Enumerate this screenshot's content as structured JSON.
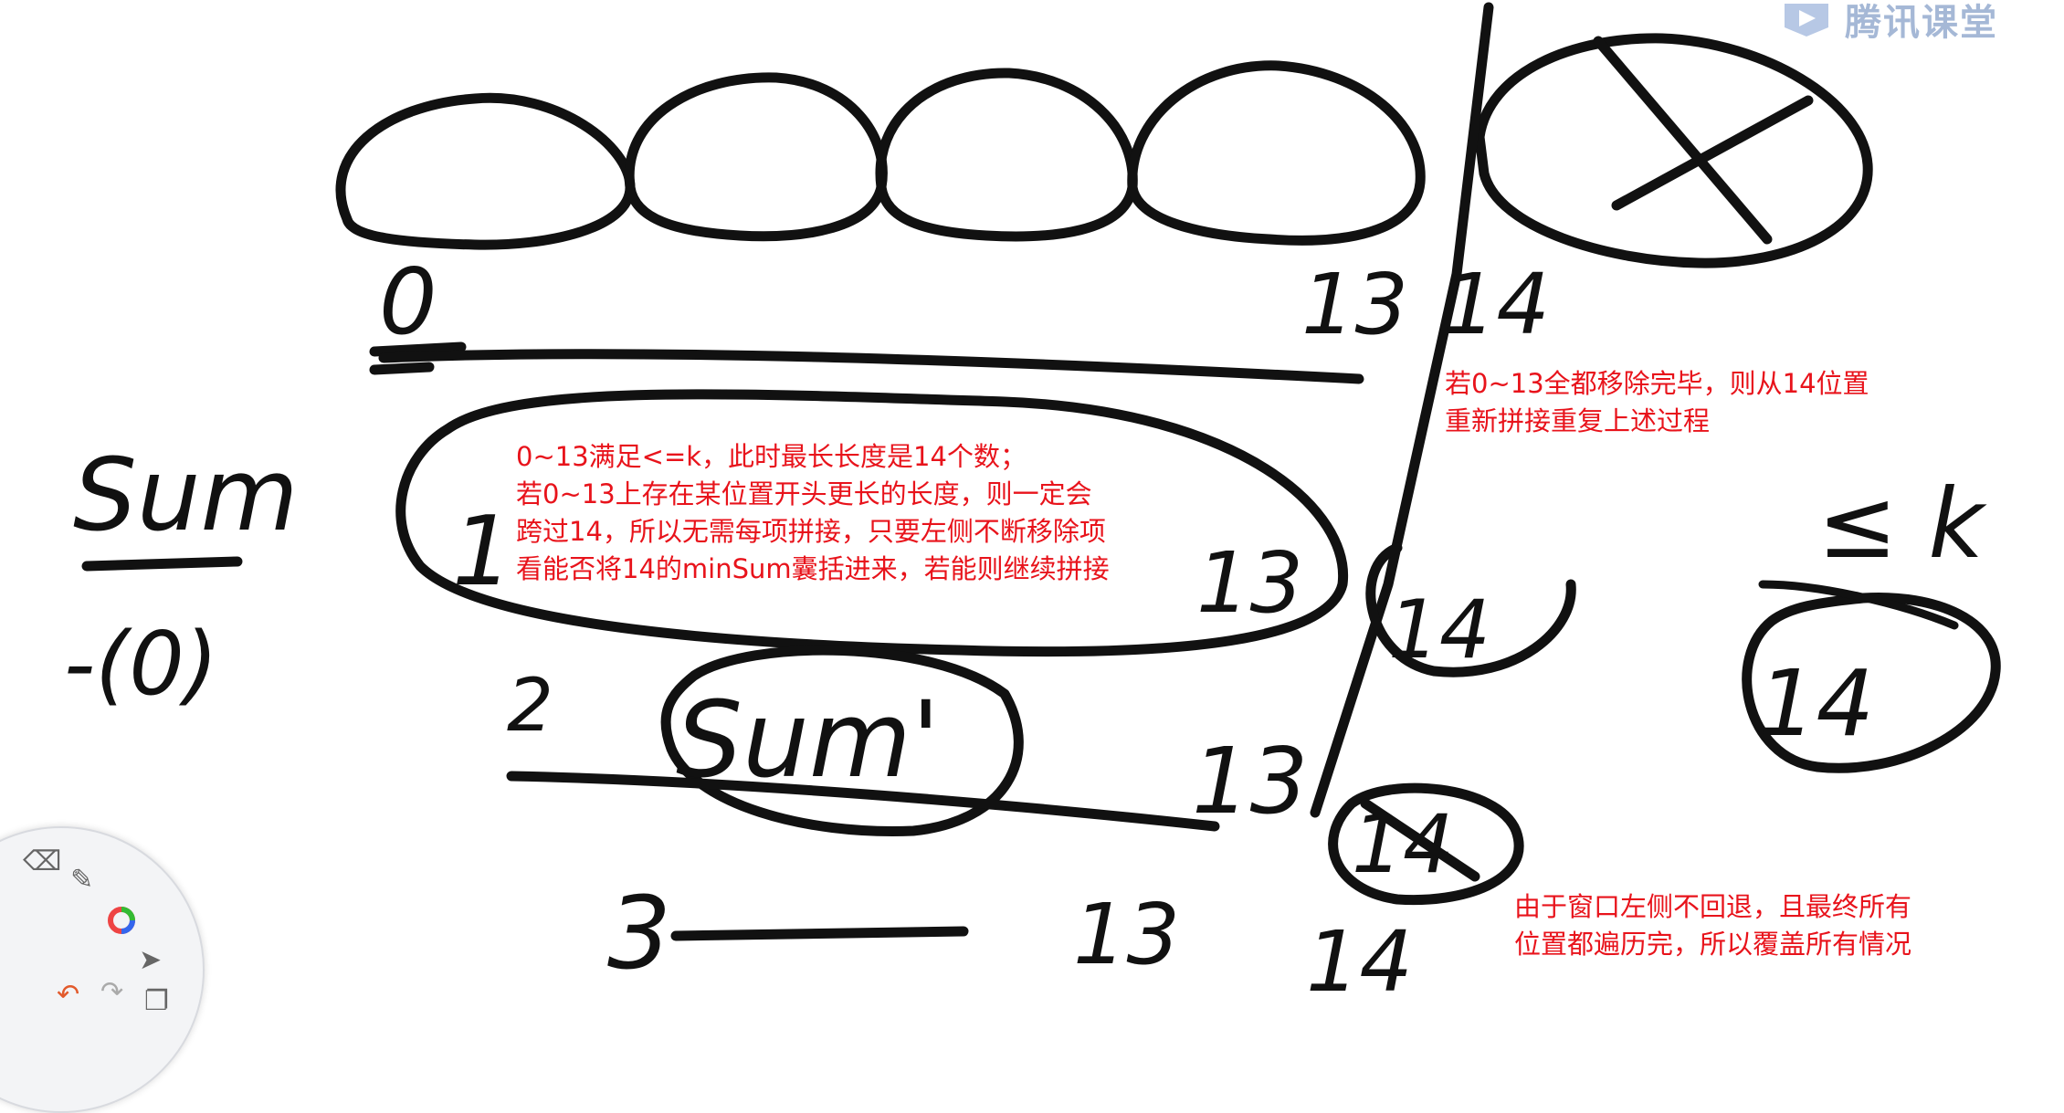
{
  "watermark": {
    "text": "腾讯课堂",
    "icon": "play-icon",
    "color": "#5d7fb5"
  },
  "handwriting": {
    "label_0": "0",
    "label_13_row1": "13",
    "label_14_row1": "14",
    "sum_word": "Sum",
    "minus_sum0": "-(0)",
    "label_13_oval": "13",
    "label_14_circle": "14",
    "label_2": "2",
    "sum_prime": "Sum'",
    "label_13_row3": "13",
    "label_14_crossed": "14",
    "label_3": "3",
    "label_13_row4": "13",
    "label_14_row4": "14",
    "le_k": "≤ k",
    "label_14_right": "14"
  },
  "annotations": {
    "color": "#e8131b",
    "note_center": "0~13满足<=k，此时最长长度是14个数；\n若0~13上存在某位置开头更长的长度，则一定会\n跨过14，所以无需每项拼接，只要左侧不断移除项\n看能否将14的minSum囊括进来，若能则继续拼接",
    "note_top_right": "若0~13全都移除完毕，则从14位置\n重新拼接重复上述过程",
    "note_bottom_right": "由于窗口左侧不回退，且最终所有\n位置都遍历完，所以覆盖所有情况"
  },
  "toolbar": {
    "icons": [
      "eraser-icon",
      "brush-icon",
      "color-wheel-icon",
      "pointer-icon",
      "undo-icon",
      "redo-icon",
      "copy-icon"
    ],
    "undo_color": "#e25a2c"
  }
}
